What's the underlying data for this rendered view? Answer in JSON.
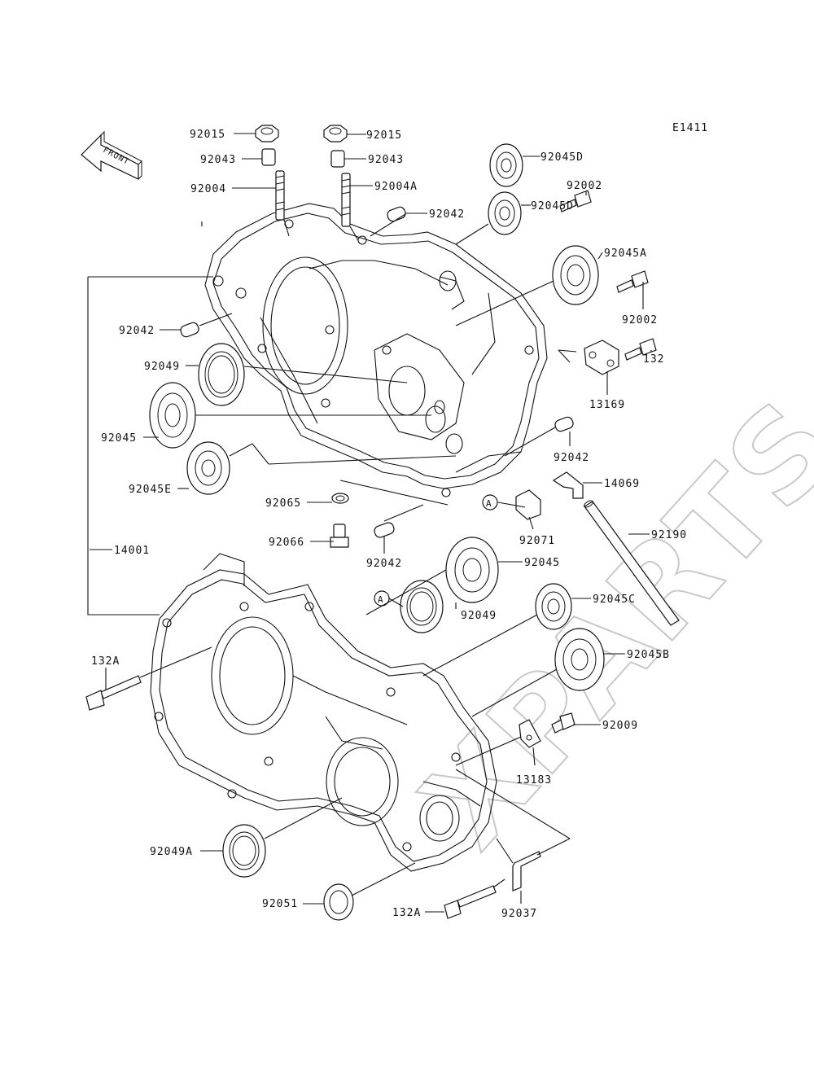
{
  "diagram_code": "E1411",
  "front_label": "FRONT",
  "watermark": "XPARTS",
  "parts": [
    {
      "id": "p-92015-a",
      "label": "92015"
    },
    {
      "id": "p-92015-b",
      "label": "92015"
    },
    {
      "id": "p-92043-a",
      "label": "92043"
    },
    {
      "id": "p-92043-b",
      "label": "92043"
    },
    {
      "id": "p-92004",
      "label": "92004"
    },
    {
      "id": "p-92004a",
      "label": "92004A"
    },
    {
      "id": "p-92042-top",
      "label": "92042"
    },
    {
      "id": "p-92045d-a",
      "label": "92045D"
    },
    {
      "id": "p-92045d-b",
      "label": "92045D"
    },
    {
      "id": "p-92002-a",
      "label": "92002"
    },
    {
      "id": "p-92045a",
      "label": "92045A"
    },
    {
      "id": "p-92002-b",
      "label": "92002"
    },
    {
      "id": "p-92042-left",
      "label": "92042"
    },
    {
      "id": "p-132",
      "label": "132"
    },
    {
      "id": "p-92049-a",
      "label": "92049"
    },
    {
      "id": "p-13169",
      "label": "13169"
    },
    {
      "id": "p-92045-left",
      "label": "92045"
    },
    {
      "id": "p-92042-right",
      "label": "92042"
    },
    {
      "id": "p-92045e",
      "label": "92045E"
    },
    {
      "id": "p-14069",
      "label": "14069"
    },
    {
      "id": "p-92065",
      "label": "92065"
    },
    {
      "id": "p-92071",
      "label": "92071"
    },
    {
      "id": "p-92190",
      "label": "92190"
    },
    {
      "id": "p-92066",
      "label": "92066"
    },
    {
      "id": "p-14001",
      "label": "14001"
    },
    {
      "id": "p-92045-mid",
      "label": "92045"
    },
    {
      "id": "p-92042-mid",
      "label": "92042"
    },
    {
      "id": "p-92049-b",
      "label": "92049"
    },
    {
      "id": "p-92045c",
      "label": "92045C"
    },
    {
      "id": "p-132a-left",
      "label": "132A"
    },
    {
      "id": "p-92045b",
      "label": "92045B"
    },
    {
      "id": "p-92009",
      "label": "92009"
    },
    {
      "id": "p-13183",
      "label": "13183"
    },
    {
      "id": "p-92049a",
      "label": "92049A"
    },
    {
      "id": "p-92051",
      "label": "92051"
    },
    {
      "id": "p-132a-bottom",
      "label": "132A"
    },
    {
      "id": "p-92037",
      "label": "92037"
    }
  ],
  "ref_marks": [
    {
      "id": "ref-a-1",
      "label": "A"
    },
    {
      "id": "ref-a-2",
      "label": "A"
    }
  ]
}
